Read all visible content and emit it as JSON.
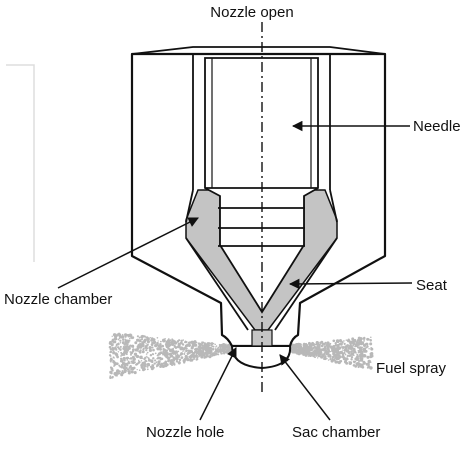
{
  "colors": {
    "line": "#111111",
    "fuel_fill": "#c4c4c4",
    "spray": "#b8b8b8",
    "background": "#ffffff"
  },
  "labels": {
    "nozzle_open": "Nozzle open",
    "needle": "Needle",
    "nozzle_chamber": "Nozzle chamber",
    "seat": "Seat",
    "fuel_spray": "Fuel spray",
    "nozzle_hole": "Nozzle hole",
    "sac_chamber": "Sac chamber"
  }
}
